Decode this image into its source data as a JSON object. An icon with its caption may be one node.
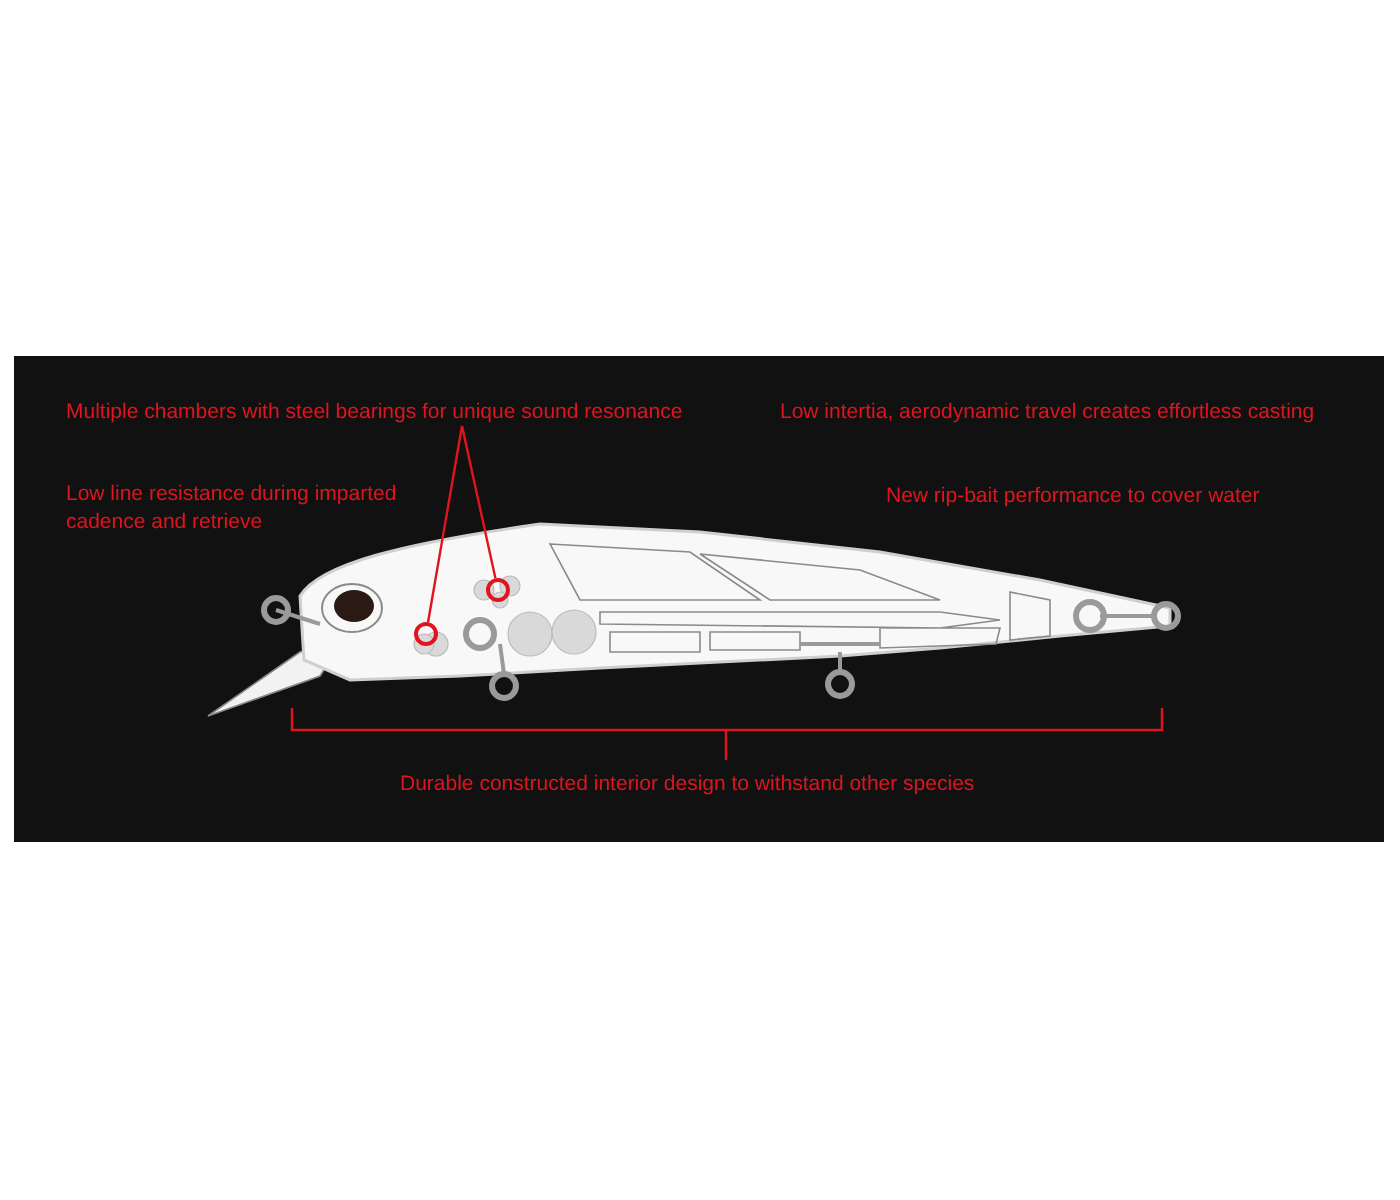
{
  "diagram": {
    "nodes": [
      {
        "text": [
          "Multiple chambers with steel bearings for unique sound resonance"
        ]
      },
      {
        "text": [],
        "shape": "circle"
      },
      {
        "text": [],
        "shape": "circle"
      }
    ],
    "edges": [
      {
        "from": 0,
        "to": 1,
        "arrow": "none"
      },
      {
        "from": 0,
        "to": 2,
        "arrow": "none"
      }
    ],
    "labels": [
      "Low intertia, aerodynamic travel creates effortless casting",
      "Low line resistance during imparted cadence and retrieve",
      "New rip-bait performance to cover water",
      "Durable constructed interior design to withstand other species"
    ]
  }
}
